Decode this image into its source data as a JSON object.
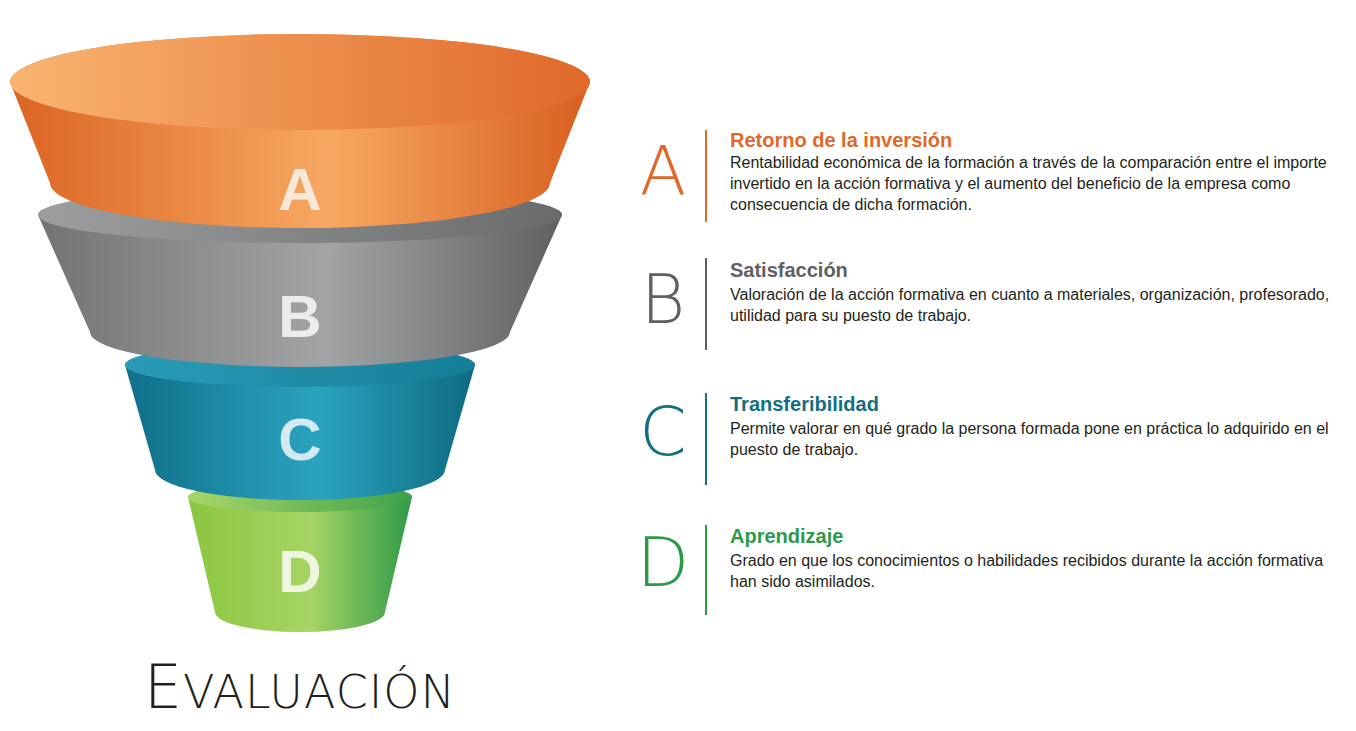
{
  "diagram": {
    "caption": "EVALUACIÓN",
    "nodes": [
      {
        "text": [
          "A"
        ]
      },
      {
        "text": [
          "B"
        ]
      },
      {
        "text": [
          "C"
        ]
      },
      {
        "text": [
          "D"
        ]
      }
    ],
    "labels": [
      "A",
      "Retorno de la inversión",
      "Rentabilidad económica de la formación a través de la comparación entre el importe invertido en la acción formativa y el aumento del beneficio de la empresa como consecuencia de dicha formación.",
      "B",
      "Satisfacción",
      "Valoración de la acción formativa en cuanto a materiales, organización, profesorado, utilidad para su puesto de trabajo.",
      "C",
      "Transferibilidad",
      "Permite valorar en qué grado la persona formada pone en práctica lo adquirido en el puesto de trabajo.",
      "D",
      "Aprendizaje",
      "Grado en que los conocimientos o habilidades recibidos durante la acción formativa han sido asimilados."
    ]
  }
}
